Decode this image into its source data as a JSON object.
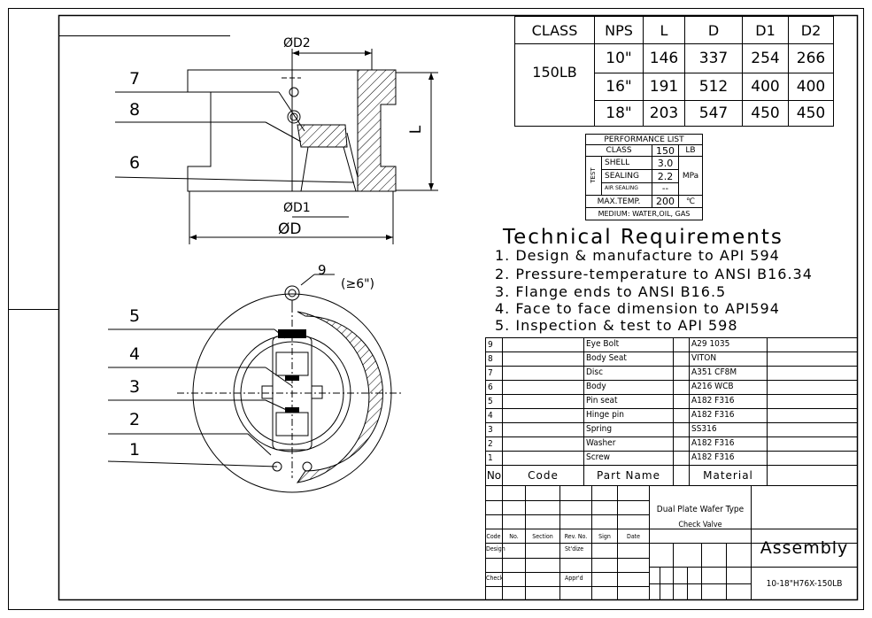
{
  "dim_table": {
    "headers": [
      "CLASS",
      "NPS",
      "L",
      "D",
      "D1",
      "D2"
    ],
    "class_value": "150LB",
    "rows": [
      [
        "10\"",
        "146",
        "337",
        "254",
        "266"
      ],
      [
        "16\"",
        "191",
        "512",
        "400",
        "400"
      ],
      [
        "18\"",
        "203",
        "547",
        "450",
        "450"
      ]
    ]
  },
  "perf": {
    "title": "PERFORMANCE LIST",
    "class_label": "CLASS",
    "class_value": "150",
    "class_unit": "LB",
    "test_label": "TEST",
    "shell_label": "SHELL",
    "shell_value": "3.0",
    "sealing_label": "SEALING",
    "sealing_value": "2.2",
    "pressure_unit": "MPa",
    "air_label": "AIR SEALING",
    "air_value": "--",
    "temp_label": "MAX.TEMP.",
    "temp_value": "200",
    "temp_unit": "℃",
    "medium": "MEDIUM: WATER,OIL, GAS"
  },
  "requirements": {
    "title": "Technical Requirements",
    "items": [
      "1. Design & manufacture to API 594",
      "2. Pressure-temperature to ANSI B16.34",
      "3. Flange ends to ANSI B16.5",
      "4. Face to face dimension to API594",
      "5. Inspection & test to API 598"
    ]
  },
  "parts": [
    {
      "no": "9",
      "name": "Eye Bolt",
      "material": "A29 1035"
    },
    {
      "no": "8",
      "name": "Body Seat",
      "material": "VITON"
    },
    {
      "no": "7",
      "name": "Disc",
      "material": "A351 CF8M"
    },
    {
      "no": "6",
      "name": "Body",
      "material": "A216 WCB"
    },
    {
      "no": "5",
      "name": "Pin seat",
      "material": "A182 F316"
    },
    {
      "no": "4",
      "name": "Hinge pin",
      "material": "A182 F316"
    },
    {
      "no": "3",
      "name": "Spring",
      "material": "SS316"
    },
    {
      "no": "2",
      "name": "Washer",
      "material": "A182 F316"
    },
    {
      "no": "1",
      "name": "Screw",
      "material": "A182 F316"
    }
  ],
  "parts_header": {
    "no": "No",
    "code": "Code",
    "name": "Part Name",
    "material": "Material"
  },
  "title_block": {
    "product_name": "Dual Plate Wafer Type",
    "product_sub": "Check Valve",
    "drawing_title": "Assembly",
    "drawing_no": "10-18\"H76X-150LB",
    "cols": [
      "Code",
      "No.",
      "Section",
      "Rev. No.",
      "Sign",
      "Date"
    ],
    "design_label": "Design",
    "standard_label": "St'dize",
    "check_label": "Check",
    "approve_label": "Appr'd"
  },
  "drawing": {
    "dim_D2": "ØD2",
    "dim_D1": "ØD1",
    "dim_D": "ØD",
    "dim_L": "L",
    "eyebolt_note": "(≥6\")",
    "leaders_top": [
      "7",
      "8",
      "6"
    ],
    "leaders_bottom": [
      "5",
      "4",
      "3",
      "2",
      "1"
    ],
    "leader_eyebolt": "9"
  }
}
